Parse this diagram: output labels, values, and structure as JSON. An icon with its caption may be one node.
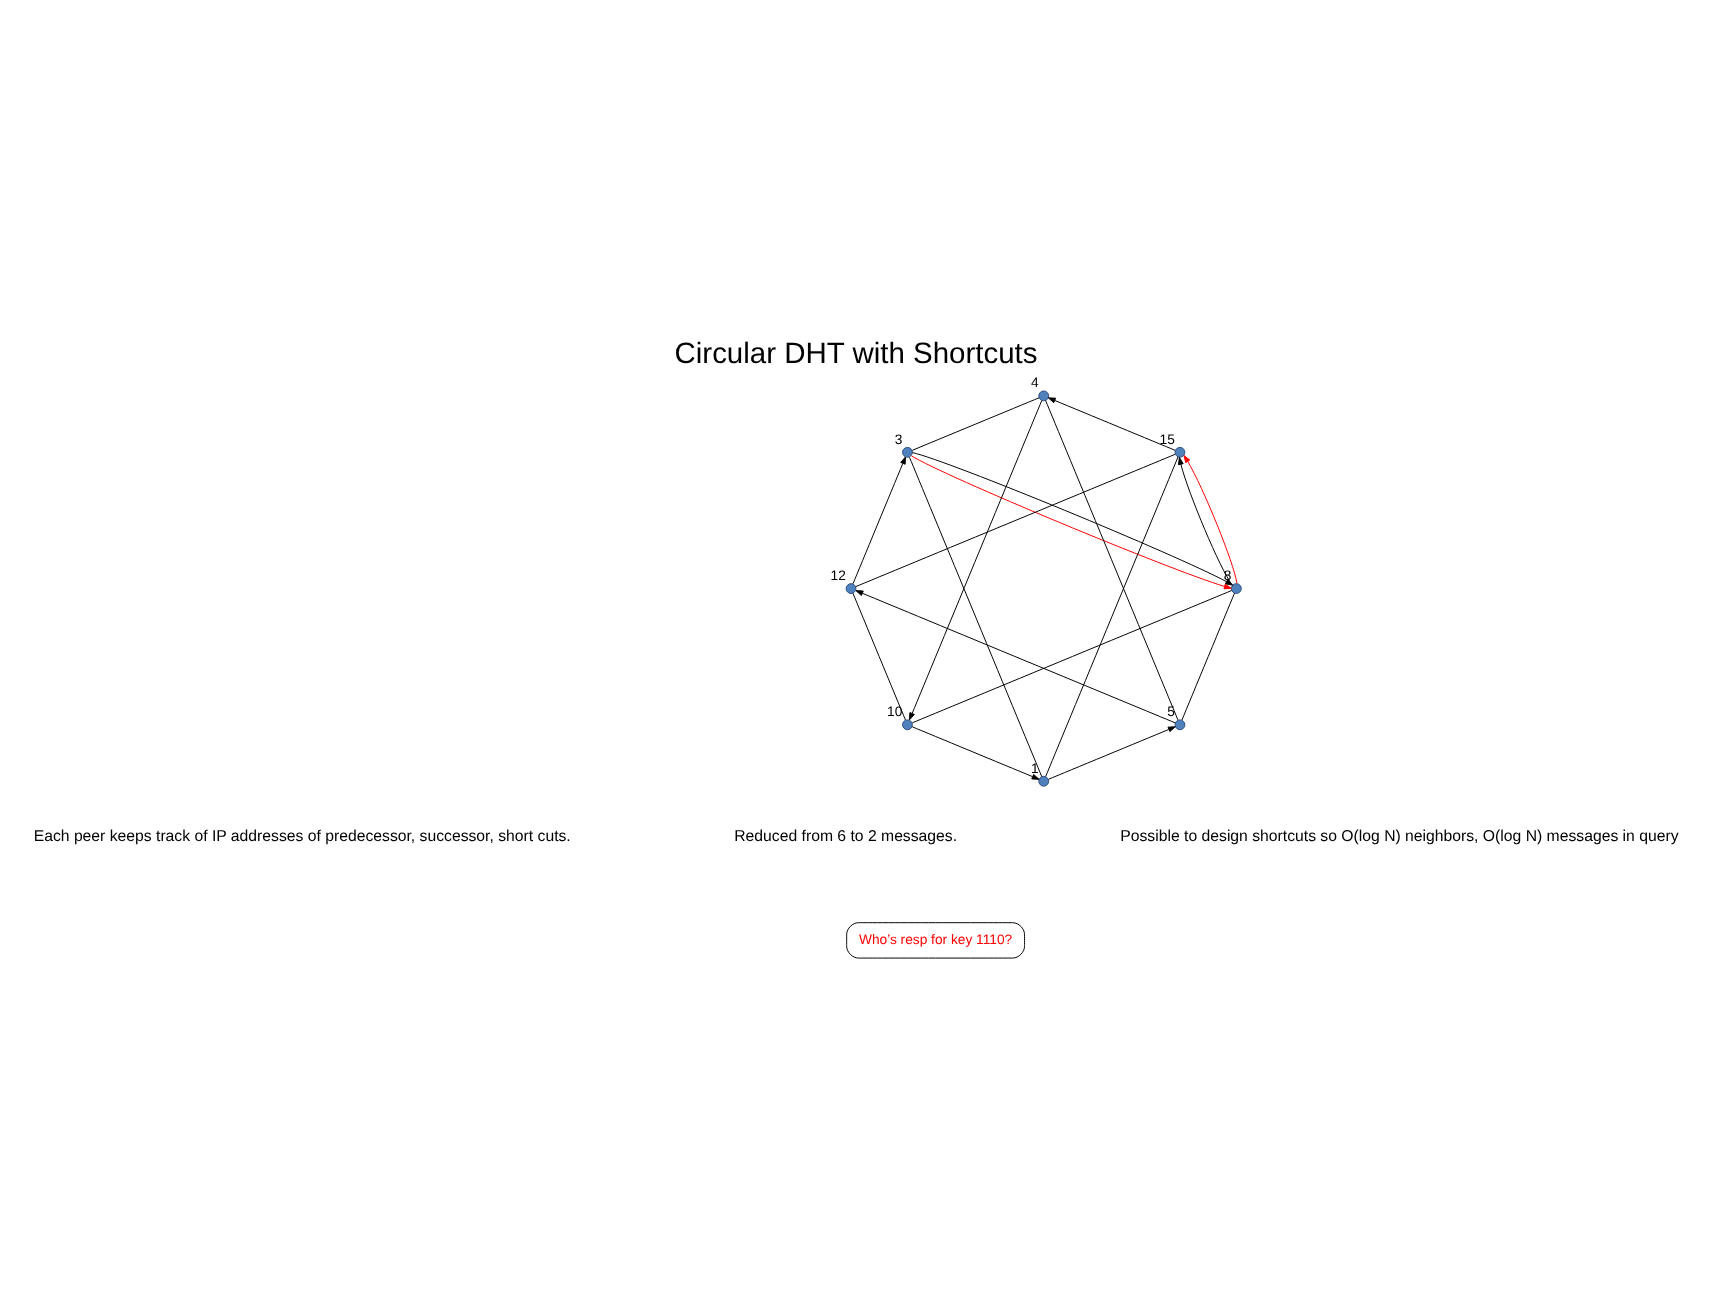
{
  "diagram": {
    "title": "Circular DHT with Shortcuts",
    "nodes": [
      {
        "text": [],
        "shape": "circle",
        "beside": [
          "1"
        ]
      },
      {
        "text": [],
        "shape": "circle",
        "beside": [
          "3"
        ]
      },
      {
        "text": [],
        "shape": "circle",
        "beside": [
          "4"
        ]
      },
      {
        "text": [],
        "shape": "circle",
        "beside": [
          "5"
        ]
      },
      {
        "text": [],
        "shape": "circle",
        "beside": [
          "8"
        ]
      },
      {
        "text": [],
        "shape": "circle",
        "beside": [
          "10"
        ]
      },
      {
        "text": [],
        "shape": "circle",
        "beside": [
          "12"
        ]
      },
      {
        "text": [],
        "shape": "circle",
        "beside": [
          "15"
        ]
      },
      {
        "text": [
          "Who’s resp for key 1110?"
        ]
      }
    ],
    "edges": [
      {
        "from": 0,
        "to": 1,
        "arrow": "none"
      },
      {
        "from": 1,
        "to": 2,
        "arrow": "none"
      },
      {
        "from": 2,
        "to": 3,
        "arrow": "none"
      },
      {
        "from": 3,
        "to": 4,
        "arrow": "none"
      },
      {
        "from": 4,
        "to": 5,
        "arrow": "none"
      },
      {
        "from": 5,
        "to": 6,
        "arrow": "none"
      },
      {
        "from": 6,
        "to": 7,
        "arrow": "none"
      },
      {
        "from": 7,
        "to": 0,
        "arrow": "none"
      },
      {
        "from": 5,
        "to": 0,
        "arrow": "to"
      },
      {
        "from": 0,
        "to": 3,
        "arrow": "to"
      },
      {
        "from": 7,
        "to": 2,
        "arrow": "to"
      },
      {
        "from": 2,
        "to": 5,
        "arrow": "to"
      },
      {
        "from": 6,
        "to": 1,
        "arrow": "to"
      },
      {
        "from": 3,
        "to": 6,
        "arrow": "to"
      },
      {
        "from": 1,
        "to": 4,
        "arrow": "to"
      },
      {
        "from": 4,
        "to": 7,
        "arrow": "to"
      },
      {
        "from": 1,
        "to": 4,
        "arrow": "to",
        "color": "#ff0000"
      },
      {
        "from": 4,
        "to": 7,
        "arrow": "to",
        "color": "#ff0000"
      }
    ],
    "labels": [
      "Each peer keeps track of IP addresses of predecessor, successor, short cuts.",
      "Reduced from 6 to 2 messages.",
      "Possible to design shortcuts so O(log N) neighbors, O(log N) messages in query"
    ]
  }
}
